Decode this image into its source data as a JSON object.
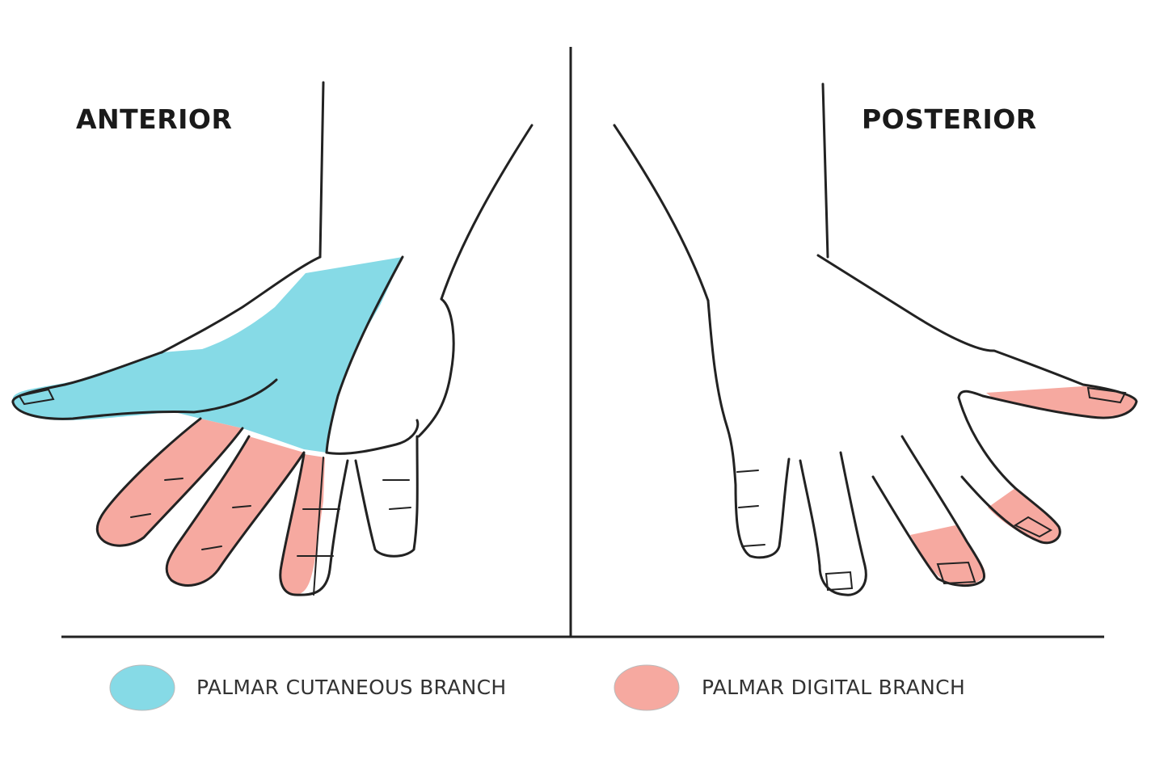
{
  "views": {
    "anterior": "ANTERIOR",
    "posterior": "POSTERIOR"
  },
  "legend": [
    {
      "label": "PALMAR CUTANEOUS BRANCH",
      "color": "#86DAE6"
    },
    {
      "label": "PALMAR DIGITAL BRANCH",
      "color": "#F6A9A0"
    }
  ],
  "colors": {
    "palmar_cutaneous": "#86DAE6",
    "palmar_digital": "#F6A9A0",
    "outline": "#222222"
  }
}
